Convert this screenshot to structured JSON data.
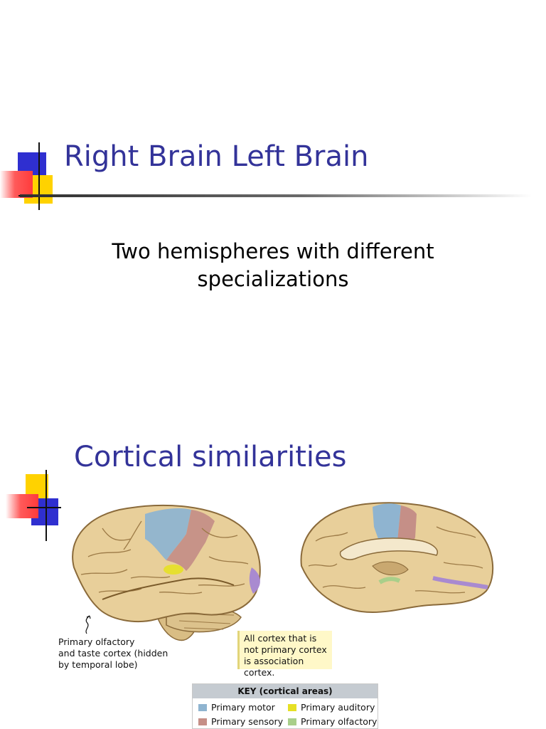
{
  "slide1": {
    "title": "Right Brain  Left Brain",
    "subtitle_line1": "Two hemispheres with different",
    "subtitle_line2": "specializations"
  },
  "slide2": {
    "title": "Cortical similarities",
    "caption_olfactory": [
      "Primary olfactory",
      "and taste cortex (hidden",
      "by temporal lobe)"
    ],
    "note": [
      "All cortex that is",
      "not primary cortex",
      "is association cortex."
    ],
    "key": {
      "title": "KEY (cortical areas)",
      "items": [
        {
          "label": "Primary motor",
          "color": "#8fb4d0"
        },
        {
          "label": "Primary auditory",
          "color": "#e6e025"
        },
        {
          "label": "Primary sensory",
          "color": "#c58f87"
        },
        {
          "label": "Primary olfactory",
          "color": "#a9cf8a"
        }
      ]
    }
  },
  "colors": {
    "title": "#333399",
    "deco_blue": "#2f2fd0",
    "deco_red": "#ff3b3b",
    "deco_yellow": "#ffd200",
    "brain": "#e8cf9a",
    "visual": "#a98ad0"
  }
}
